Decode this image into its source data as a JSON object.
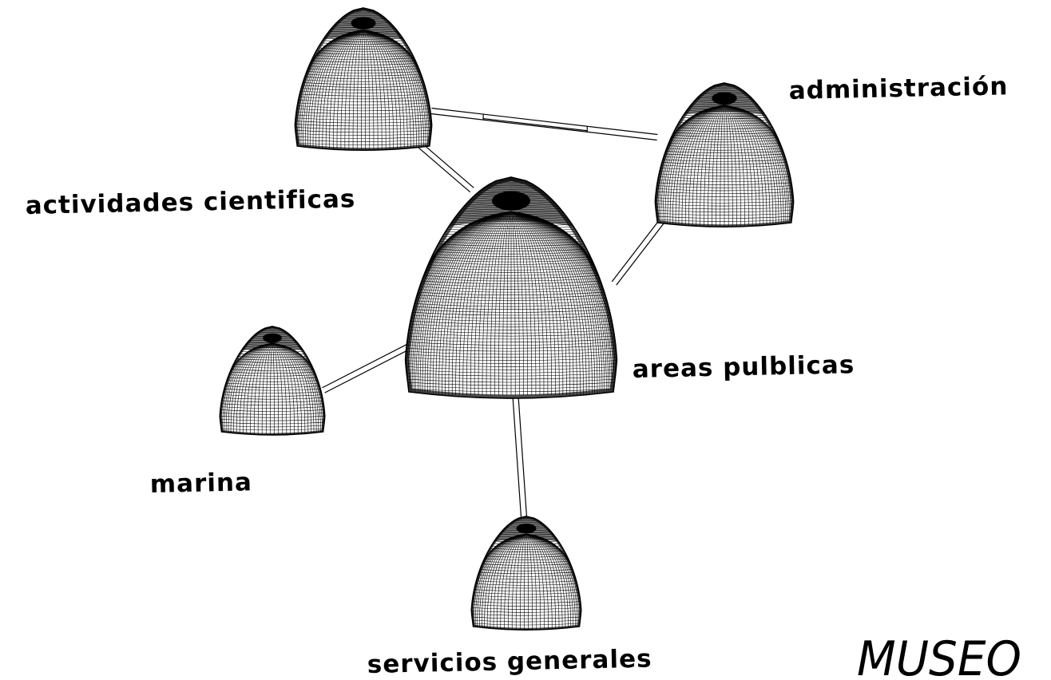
{
  "title": "MUSEO",
  "nodes": [
    {
      "id": "actividades",
      "label": "actividades cientificas"
    },
    {
      "id": "administracion",
      "label": "administración"
    },
    {
      "id": "areas",
      "label": "areas pulblicas"
    },
    {
      "id": "marina",
      "label": "marina"
    },
    {
      "id": "servicios",
      "label": "servicios generales"
    }
  ],
  "connections": [
    {
      "from": "actividades",
      "to": "administracion"
    },
    {
      "from": "actividades",
      "to": "areas"
    },
    {
      "from": "administracion",
      "to": "areas"
    },
    {
      "from": "marina",
      "to": "areas"
    },
    {
      "from": "servicios",
      "to": "areas"
    }
  ]
}
